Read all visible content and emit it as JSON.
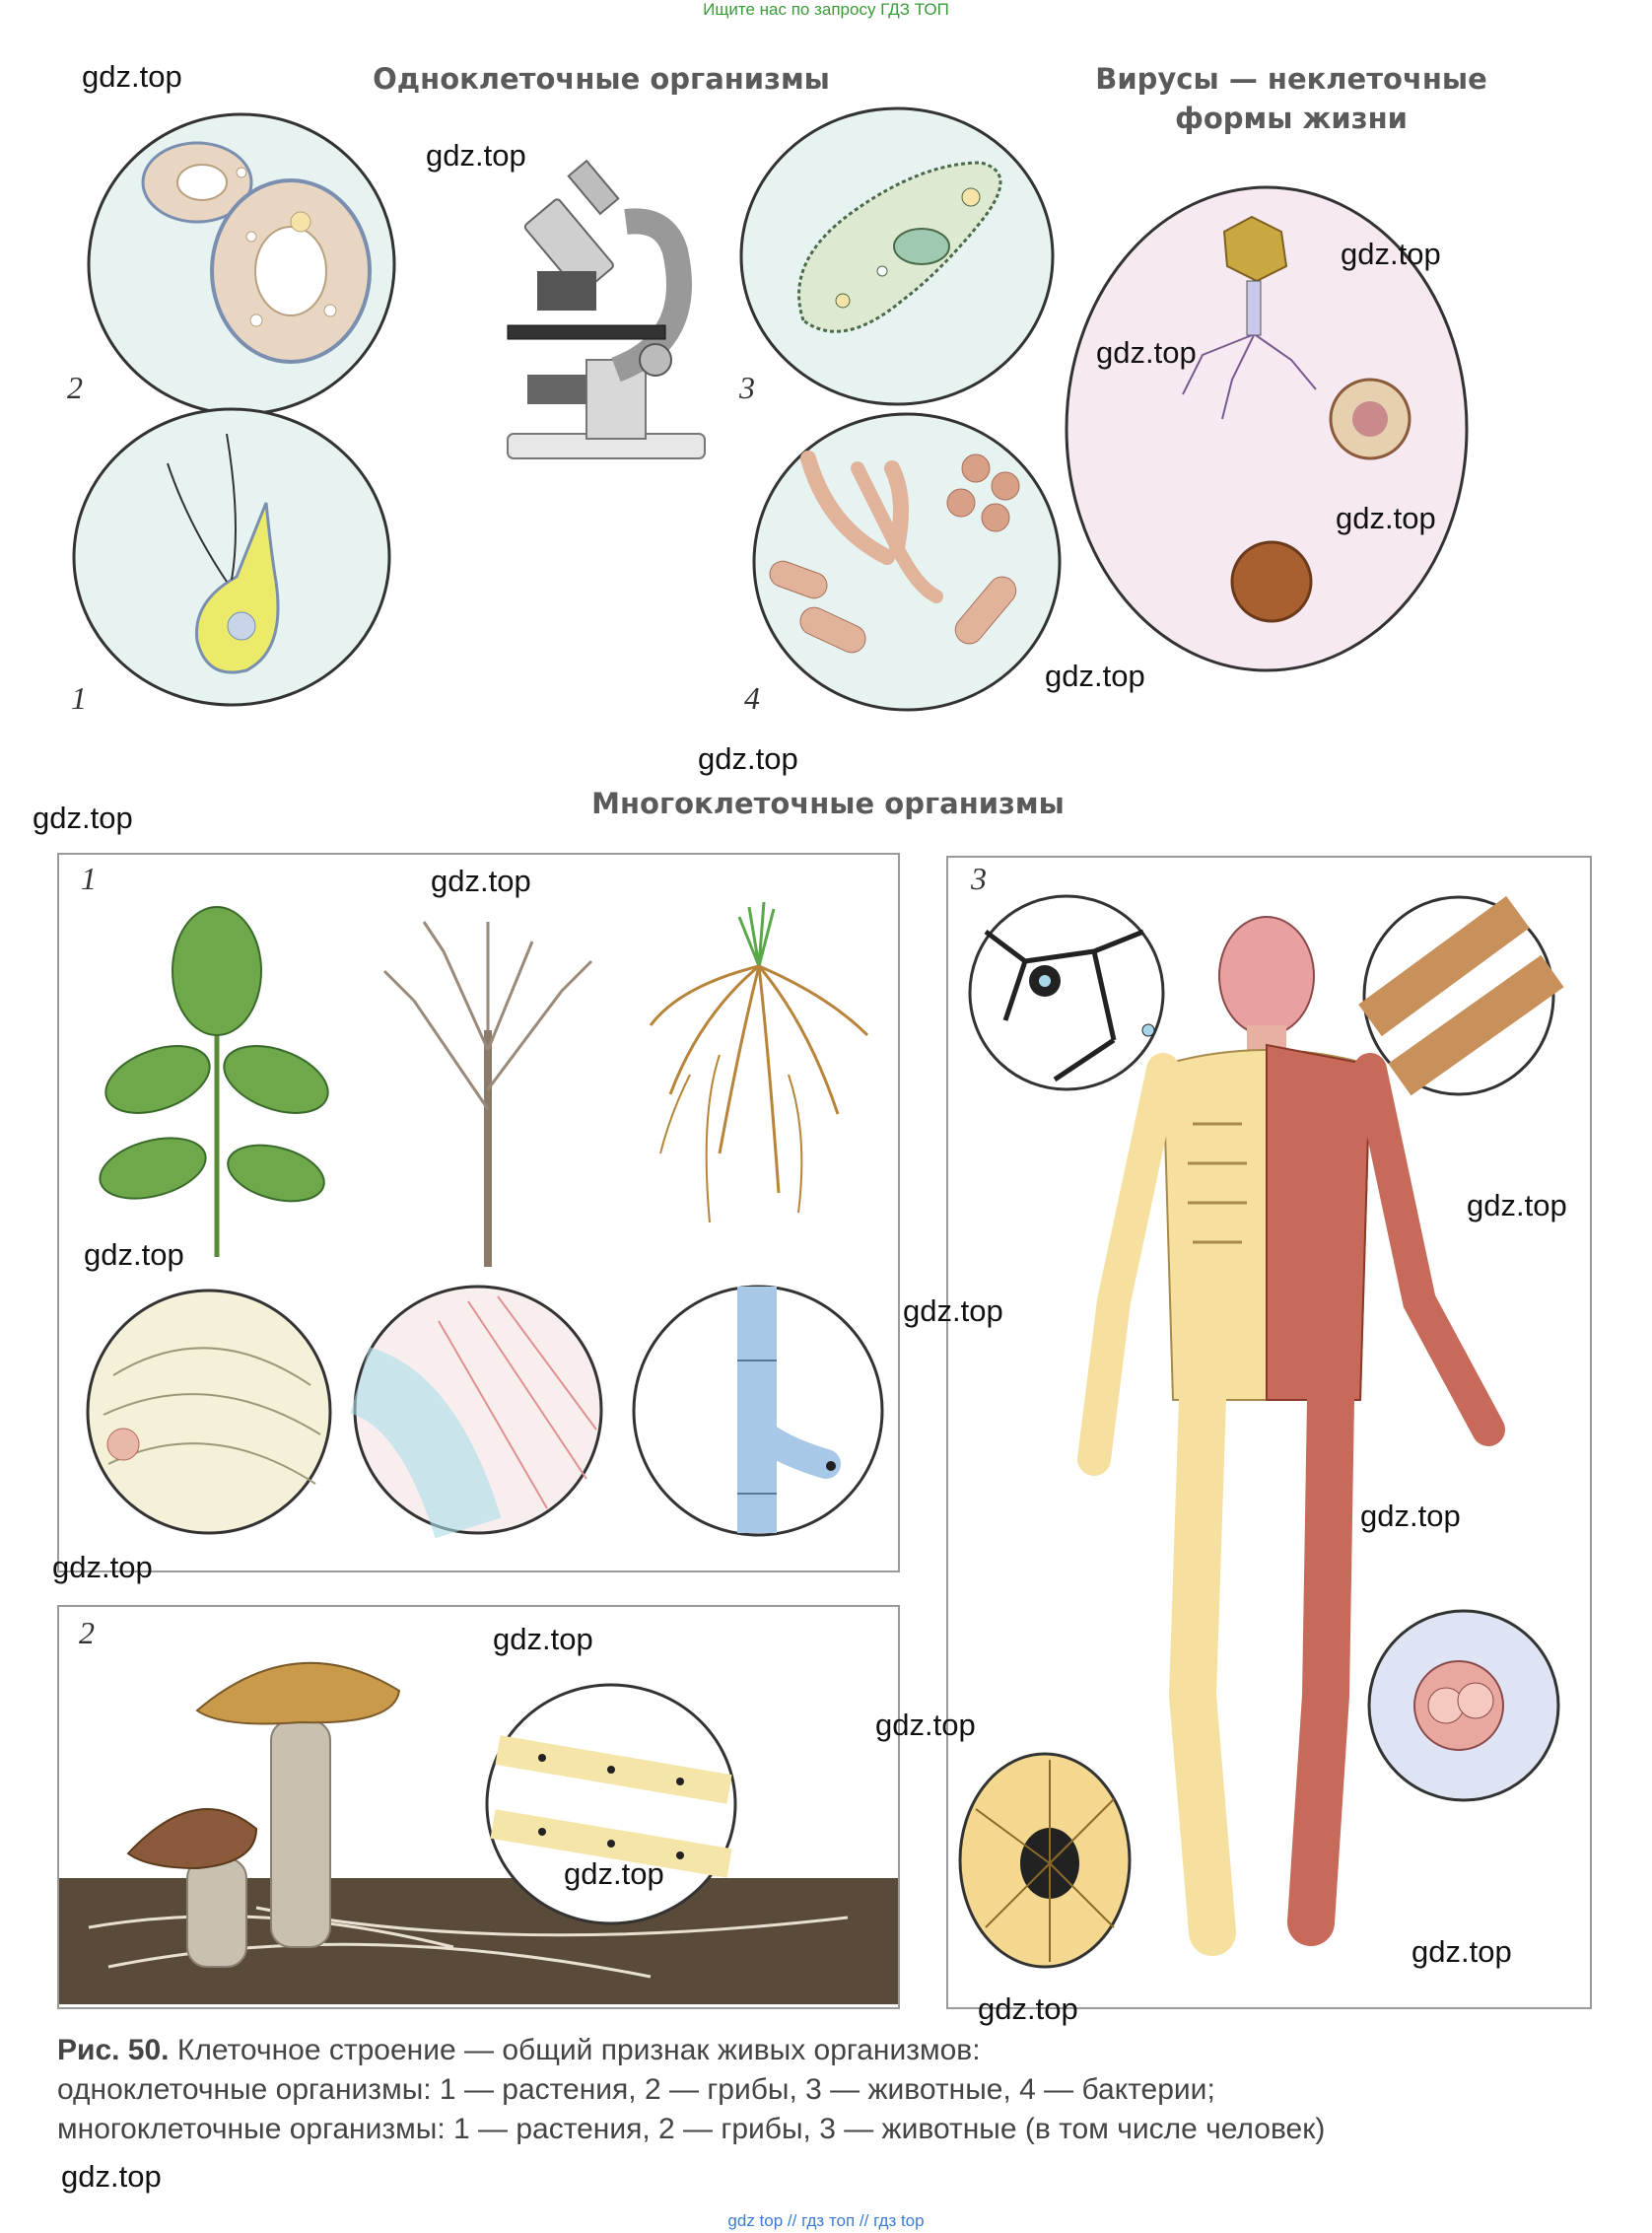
{
  "banner": "Ищите нас по запросу ГДЗ ТОП",
  "footer": "gdz top // гдз топ // гдз top",
  "headings": {
    "unicellular": "Одноклеточные организмы",
    "viruses_line1": "Вирусы — неклеточные",
    "viruses_line2": "формы жизни",
    "multicellular": "Многоклеточные организмы"
  },
  "labels": {
    "uni_1": "1",
    "uni_2": "2",
    "uni_3": "3",
    "uni_4": "4",
    "multi_1": "1",
    "multi_2": "2",
    "multi_3": "3"
  },
  "watermark": "gdz.top",
  "caption": {
    "lead": "Рис. 50.",
    "line1": "Клеточное строение — общий признак живых организмов:",
    "line2": "одноклеточные организмы: 1 — растения, 2 — грибы, 3 — животные, 4 — бактерии;",
    "line3": "многоклеточные организмы: 1 — растения, 2 — грибы, 3 — животные (в том числе человек)"
  },
  "colors": {
    "circle_fill": "#e6f3f1",
    "virus_fill": "#f6e9f2",
    "panel_border": "#9a9a9a",
    "heading": "#5a5a5a"
  }
}
